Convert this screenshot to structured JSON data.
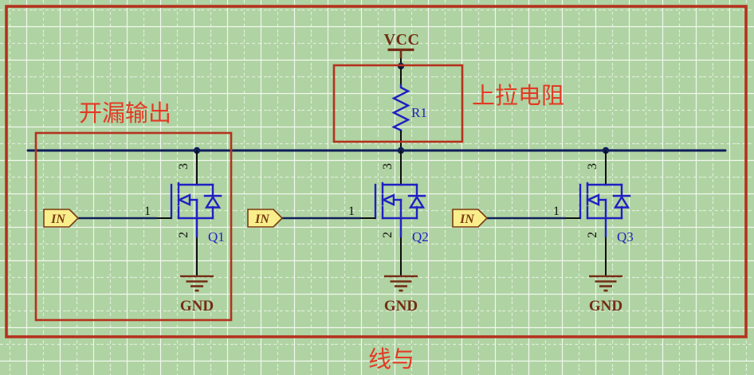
{
  "title": "open-drain wired-and schematic",
  "annotations": {
    "open_drain": "开漏输出",
    "pullup_resistor": "上拉电阻",
    "wired_and": "线与"
  },
  "nets": {
    "vcc": "VCC",
    "gnd": "GND"
  },
  "resistor": {
    "ref": "R1"
  },
  "transistors": [
    {
      "ref": "Q1",
      "input": "IN",
      "pin_gate": "1",
      "pin_source": "2",
      "pin_drain": "3"
    },
    {
      "ref": "Q2",
      "input": "IN",
      "pin_gate": "1",
      "pin_source": "2",
      "pin_drain": "3"
    },
    {
      "ref": "Q3",
      "input": "IN",
      "pin_gate": "1",
      "pin_source": "2",
      "pin_drain": "3"
    }
  ],
  "colors": {
    "background": "#afd3a2",
    "grid_line": "#ffffff",
    "frame_red": "#b5321e",
    "label_red": "#e23a25",
    "component_blue": "#1f1fc2",
    "wire_navy": "#0f1e5a",
    "wire_black": "#0d0d0d",
    "power_brown": "#732d14",
    "tag_fill": "#f8ee8b",
    "tag_border": "#7a3a10"
  }
}
